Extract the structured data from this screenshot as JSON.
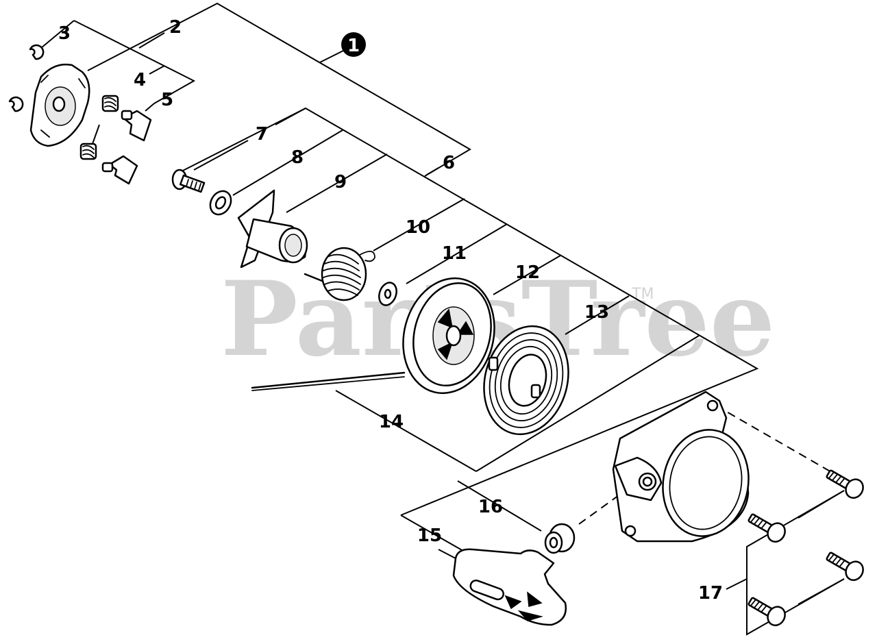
{
  "watermark": {
    "brand": "PartsTree",
    "trademark": "TM"
  },
  "assembly_badge": "1",
  "callouts": {
    "c2": "2",
    "c3": "3",
    "c4": "4",
    "c5": "5",
    "c6": "6",
    "c7": "7",
    "c8": "8",
    "c9": "9",
    "c10": "10",
    "c11": "11",
    "c12": "12",
    "c13": "13",
    "c14": "14",
    "c15": "15",
    "c16": "16",
    "c17": "17"
  }
}
